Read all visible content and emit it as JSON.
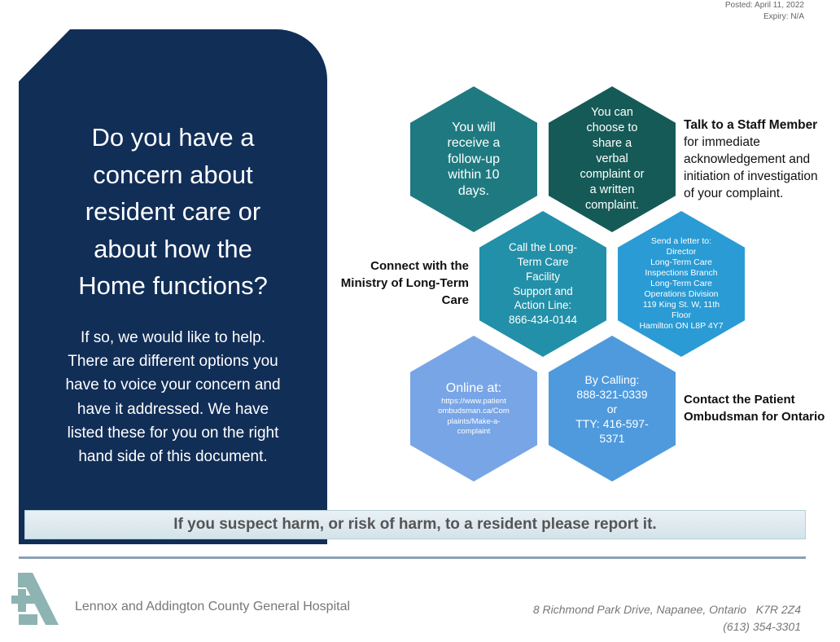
{
  "header": {
    "posted": "Posted: April 11, 2022",
    "expiry": "Expiry: N/A"
  },
  "panel": {
    "title": [
      "Do you have a",
      "concern about",
      "resident care or",
      "about how the",
      "Home functions?"
    ],
    "body": [
      "If so, we would like to help.",
      "There are different options you",
      "have to voice your concern and",
      "have it addressed. We have",
      "listed these for you on the right",
      "hand side of this document."
    ]
  },
  "hexagons": {
    "followup": [
      "You will",
      "receive a",
      "follow-up",
      "within 10",
      "days."
    ],
    "choose": [
      "You can",
      "choose to",
      "share a",
      "verbal",
      "complaint or",
      "a written",
      "complaint."
    ],
    "call_ltc": [
      "Call the Long-",
      "Term Care",
      "Facility",
      "Support and",
      "Action Line:",
      "866-434-0144"
    ],
    "letter": [
      "Send a letter to:",
      "Director",
      "Long-Term Care",
      "Inspections Branch",
      "Long-Term Care",
      "Operations Division",
      "119 King St. W, 11th",
      "Floor",
      "Hamilton ON L8P 4Y7"
    ],
    "online_title": "Online at:",
    "online_url": [
      "https://www.patient",
      "ombudsman.ca/Com",
      "plaints/Make-a-",
      "complaint"
    ],
    "calling": [
      "By Calling:",
      "888-321-0339",
      "or",
      "TTY: 416-597-",
      "5371"
    ]
  },
  "labels": {
    "staff_bold": "Talk to a Staff Member",
    "staff_rest": [
      "for immediate",
      "acknowledgement and",
      "initiation of investigation",
      "of your complaint."
    ],
    "ministry": [
      "Connect with the",
      "Ministry of Long-Term",
      "Care"
    ],
    "ombudsman": [
      "Contact the Patient",
      "Ombudsman for Ontario"
    ]
  },
  "banner": "If you suspect harm, or risk of harm, to a resident please report it.",
  "footer": {
    "hospital": "Lennox and Addington County General Hospital",
    "address": "8 Richmond Park Drive, Napanee, Ontario   K7R 2Z4",
    "phone": "(613) 354-3301"
  },
  "colors": {
    "panel": "#112e57",
    "hex1": "#1e7a80",
    "hex2": "#155a56",
    "hex3": "#2290a8",
    "hex4": "#2a9bd4",
    "hex5": "#78a5e6",
    "hex6": "#4f9add",
    "logo": "#8db3b2"
  }
}
